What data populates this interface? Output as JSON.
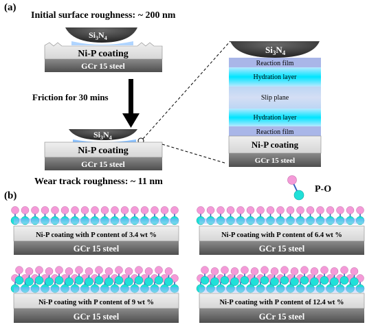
{
  "panel_a": {
    "label": "(a)",
    "initial_roughness": "Initial surface roughness: ~ 200 nm",
    "friction_label": "Friction for 30 mins",
    "wear_roughness": "Wear track roughness: ~ 11 nm",
    "ball_label_main": "Si",
    "ball_label_sub1": "3",
    "ball_label_mid": "N",
    "ball_label_sub2": "4",
    "coating_label": "Ni-P coating",
    "steel_label": "GCr 15 steel",
    "zoom_layers": {
      "reaction_film_top": "Reaction film",
      "hydration_top": "Hydration layer",
      "slip_plane": "Slip plane",
      "hydration_bottom": "Hydration layer",
      "reaction_film_bottom": "Reaction film"
    }
  },
  "panel_b": {
    "label": "(b)",
    "legend_label": "P-O",
    "samples": [
      {
        "coating_text": "Ni-P coating with P content of 3.4 wt %",
        "steel_text": "GCr 15 steel",
        "layers": 1
      },
      {
        "coating_text": "Ni-P coating with P content of 6.4 wt %",
        "steel_text": "GCr 15 steel",
        "layers": 1
      },
      {
        "coating_text": "Ni-P coating with P content of 9 wt %",
        "steel_text": "GCr 15 steel",
        "layers": 2
      },
      {
        "coating_text": "Ni-P coating with P content of 12.4 wt %",
        "steel_text": "GCr 15 steel",
        "layers": 2
      }
    ]
  },
  "colors": {
    "steel_dark": "#5f5f5f",
    "coating": "#e4e4e4",
    "ball_dark": "#3a3a3a",
    "hydration": "#00e5ff",
    "reaction": "#a9b6e8",
    "slip": "#c8d4f2",
    "molecule_p": "#f49ad8",
    "molecule_o": "#20e0d8",
    "bond": "#3060c0"
  }
}
